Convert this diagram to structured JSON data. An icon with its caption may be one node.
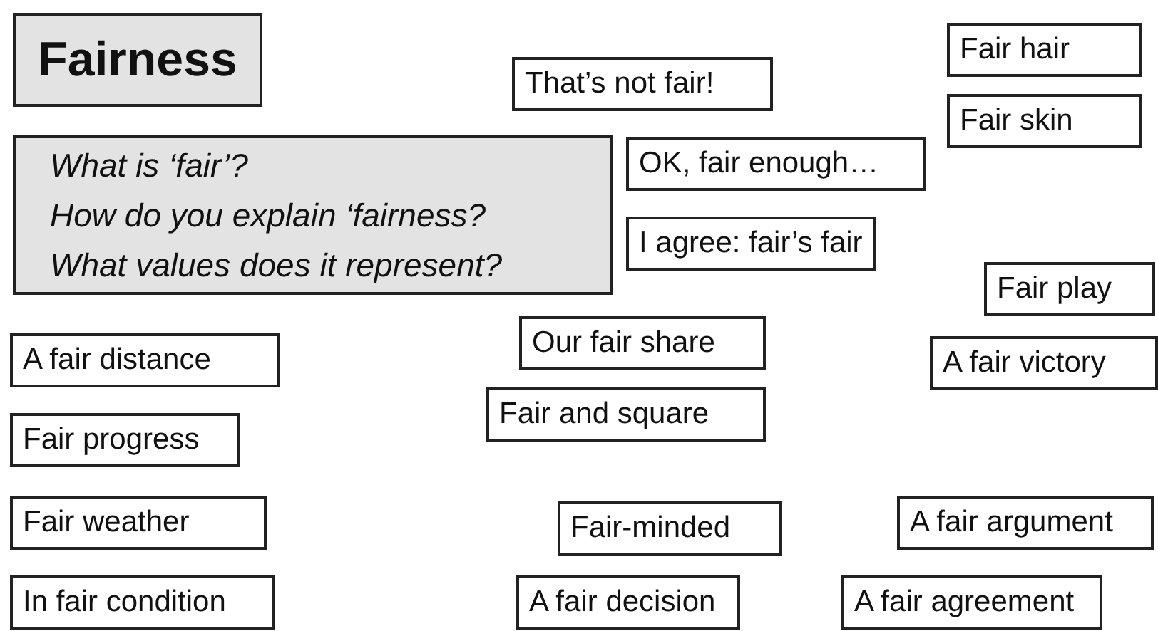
{
  "diagram": {
    "nodes": [
      {
        "text": [
          "Fairness"
        ]
      },
      {
        "text": [
          "Fair hair"
        ]
      },
      {
        "text": [
          "That’s not fair!"
        ]
      },
      {
        "text": [
          "Fair skin"
        ]
      },
      {
        "text": [
          "What is ‘fair’?",
          "How do you explain ‘fairness?",
          "What values does it represent?"
        ]
      },
      {
        "text": [
          "OK, fair enough…"
        ]
      },
      {
        "text": [
          "I agree: fair’s fair"
        ]
      },
      {
        "text": [
          "Fair play"
        ]
      },
      {
        "text": [
          "Our fair share"
        ]
      },
      {
        "text": [
          "A fair distance"
        ]
      },
      {
        "text": [
          "A fair victory"
        ]
      },
      {
        "text": [
          "Fair and square"
        ]
      },
      {
        "text": [
          "Fair progress"
        ]
      },
      {
        "text": [
          "Fair weather"
        ]
      },
      {
        "text": [
          "Fair-minded"
        ]
      },
      {
        "text": [
          "A fair argument"
        ]
      },
      {
        "text": [
          "In fair condition"
        ]
      },
      {
        "text": [
          "A fair decision"
        ]
      },
      {
        "text": [
          "A fair agreement"
        ]
      }
    ]
  }
}
